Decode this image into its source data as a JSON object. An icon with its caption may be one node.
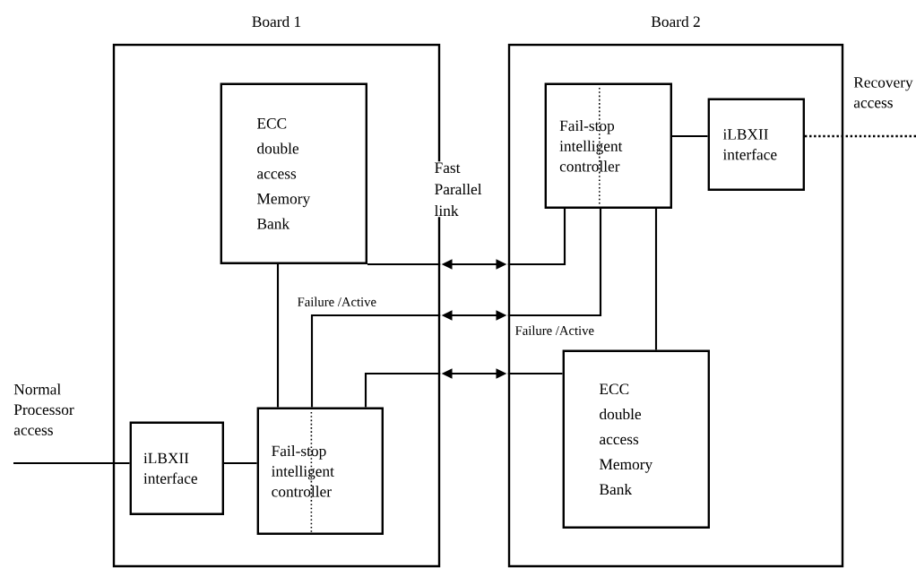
{
  "diagram": {
    "nodes": [
      {
        "text": [
          "Board 1"
        ]
      },
      {
        "text": [
          "ECC double access Memory Bank"
        ],
        "in": 0
      },
      {
        "text": [
          "iLBXII interface"
        ],
        "in": 0
      },
      {
        "text": [
          "Fail-stop intelligent controller"
        ],
        "in": 0
      },
      {
        "text": [
          "Board 2"
        ]
      },
      {
        "text": [
          "Fail-stop intelligent controller"
        ],
        "in": 4
      },
      {
        "text": [
          "iLBXII interface"
        ],
        "in": 4
      },
      {
        "text": [
          "ECC double access Memory Bank"
        ],
        "in": 4
      },
      {
        "text": [
          "Normal Processor access"
        ]
      },
      {
        "text": [
          "Recovery access"
        ]
      }
    ],
    "edges": [
      {
        "from": 8,
        "to": 2,
        "arrow": "none"
      },
      {
        "from": 2,
        "to": 3,
        "arrow": "none"
      },
      {
        "from": 1,
        "to": 3,
        "arrow": "none"
      },
      {
        "from": 1,
        "to": 0,
        "arrow": "none"
      },
      {
        "from": 0,
        "to": 4,
        "arrow": "both",
        "label": "Fast Parallel link"
      },
      {
        "from": 4,
        "to": 5,
        "arrow": "none"
      },
      {
        "from": 3,
        "to": 0,
        "arrow": "none",
        "label": "Failure /Active"
      },
      {
        "from": 0,
        "to": 4,
        "arrow": "both"
      },
      {
        "from": 4,
        "to": 5,
        "arrow": "none",
        "label": "Failure /Active"
      },
      {
        "from": 3,
        "to": 0,
        "arrow": "none"
      },
      {
        "from": 0,
        "to": 4,
        "arrow": "both"
      },
      {
        "from": 4,
        "to": 7,
        "arrow": "none"
      },
      {
        "from": 5,
        "to": 6,
        "arrow": "none"
      },
      {
        "from": 5,
        "to": 7,
        "arrow": "none"
      },
      {
        "from": 6,
        "to": 9,
        "arrow": "none",
        "style": "dashed"
      }
    ]
  }
}
